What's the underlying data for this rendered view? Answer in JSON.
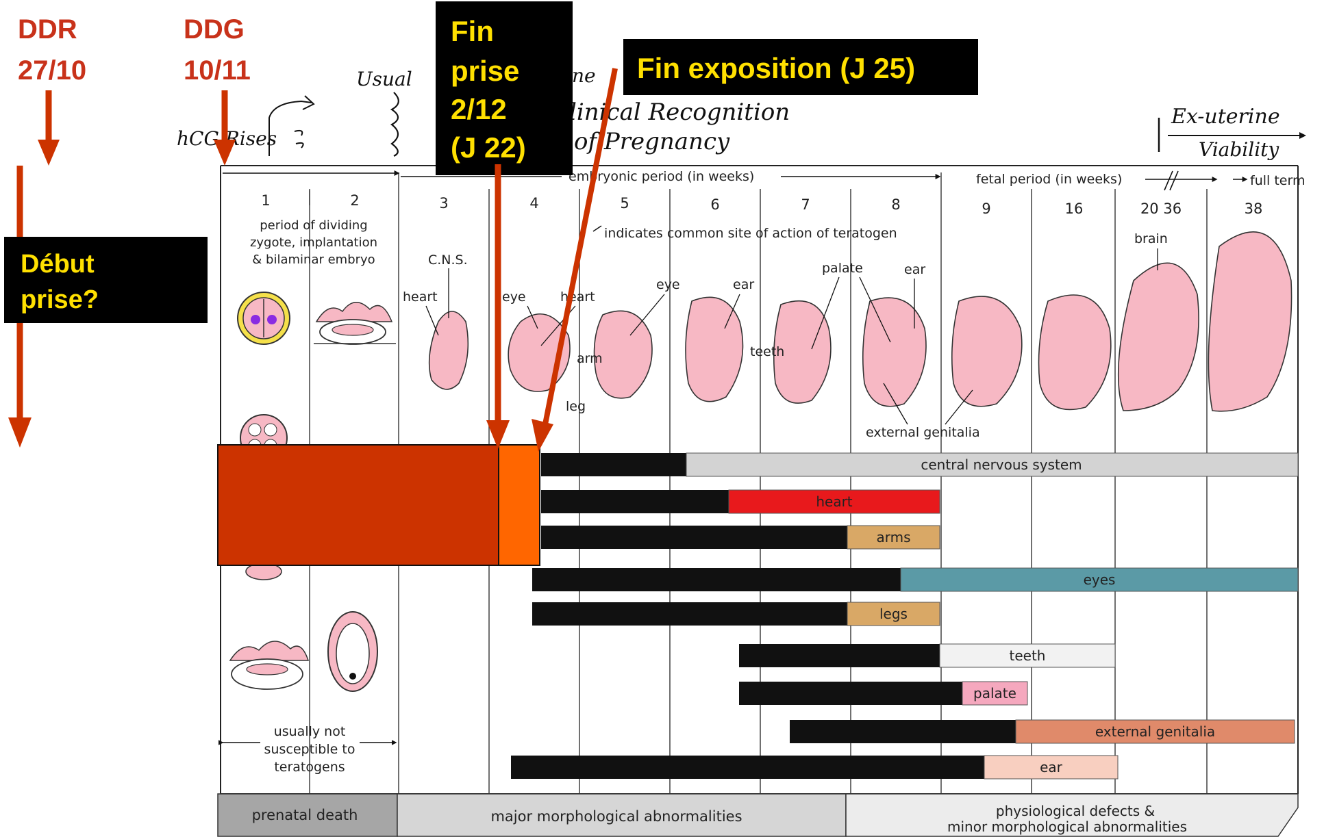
{
  "annotations": {
    "ddr": {
      "title": "DDR",
      "date": "27/10"
    },
    "ddg": {
      "title": "DDG",
      "date": "10/11"
    },
    "fin_prise": [
      "Fin",
      "prise",
      "2/12",
      "(J 22)"
    ],
    "fin_exposition": "Fin exposition (J 25)",
    "debut_prise": [
      "Début",
      "prise?"
    ]
  },
  "handwritten": {
    "hcg": "hCG Rises",
    "usual": "Usual",
    "usual_suffix": "ne",
    "clinical_line1": "Clinical Recognition",
    "clinical_line2": "of Pregnancy",
    "ex_uterine_line1": "Ex-uterine",
    "ex_uterine_line2": "Viability"
  },
  "periods": {
    "embryonic": "embryonic period (in weeks)",
    "fetal": "fetal period (in weeks)",
    "full_term": "full term"
  },
  "weeks": [
    "1",
    "2",
    "3",
    "4",
    "5",
    "6",
    "7",
    "8",
    "9",
    "16",
    "20 36",
    "38"
  ],
  "labels": {
    "dividing": [
      "period of dividing",
      "zygote, implantation",
      "& bilaminar embryo"
    ],
    "indicates": "indicates common site of action of teratogen",
    "cns": "C.N.S.",
    "heart": "heart",
    "eye": "eye",
    "heart2": "heart",
    "arm": "arm",
    "leg": "leg",
    "eye2": "eye",
    "ear": "ear",
    "teeth": "teeth",
    "palate": "palate",
    "ear2": "ear",
    "brain": "brain",
    "external_genitalia": "external genitalia",
    "not_susceptible": [
      "usually not",
      "susceptible to",
      "teratogens"
    ]
  },
  "organs": [
    {
      "name": "central nervous system",
      "color": "#d3d3d3"
    },
    {
      "name": "heart",
      "color": "#e8191c"
    },
    {
      "name": "arms",
      "color": "#d9a866"
    },
    {
      "name": "eyes",
      "color": "#5b9aa6"
    },
    {
      "name": "legs",
      "color": "#d9a866"
    },
    {
      "name": "teeth",
      "color": "#f2f2f2"
    },
    {
      "name": "palate",
      "color": "#f5a8be"
    },
    {
      "name": "external genitalia",
      "color": "#e08a6a"
    },
    {
      "name": "ear",
      "color": "#f8cfc0"
    }
  ],
  "outcomes": {
    "prenatal_death": "prenatal death",
    "major": "major morphological abnormalities",
    "minor_line1": "physiological defects &",
    "minor_line2": "minor morphological abnormalities"
  },
  "colors": {
    "exposure_block": "#cc3300",
    "exposure_extension": "#ff6600",
    "arrow": "#cc3300",
    "callout_bg": "#000000",
    "callout_text": "#ffe000",
    "embryo": "#f7b8c4",
    "critical_bar": "#111111"
  }
}
